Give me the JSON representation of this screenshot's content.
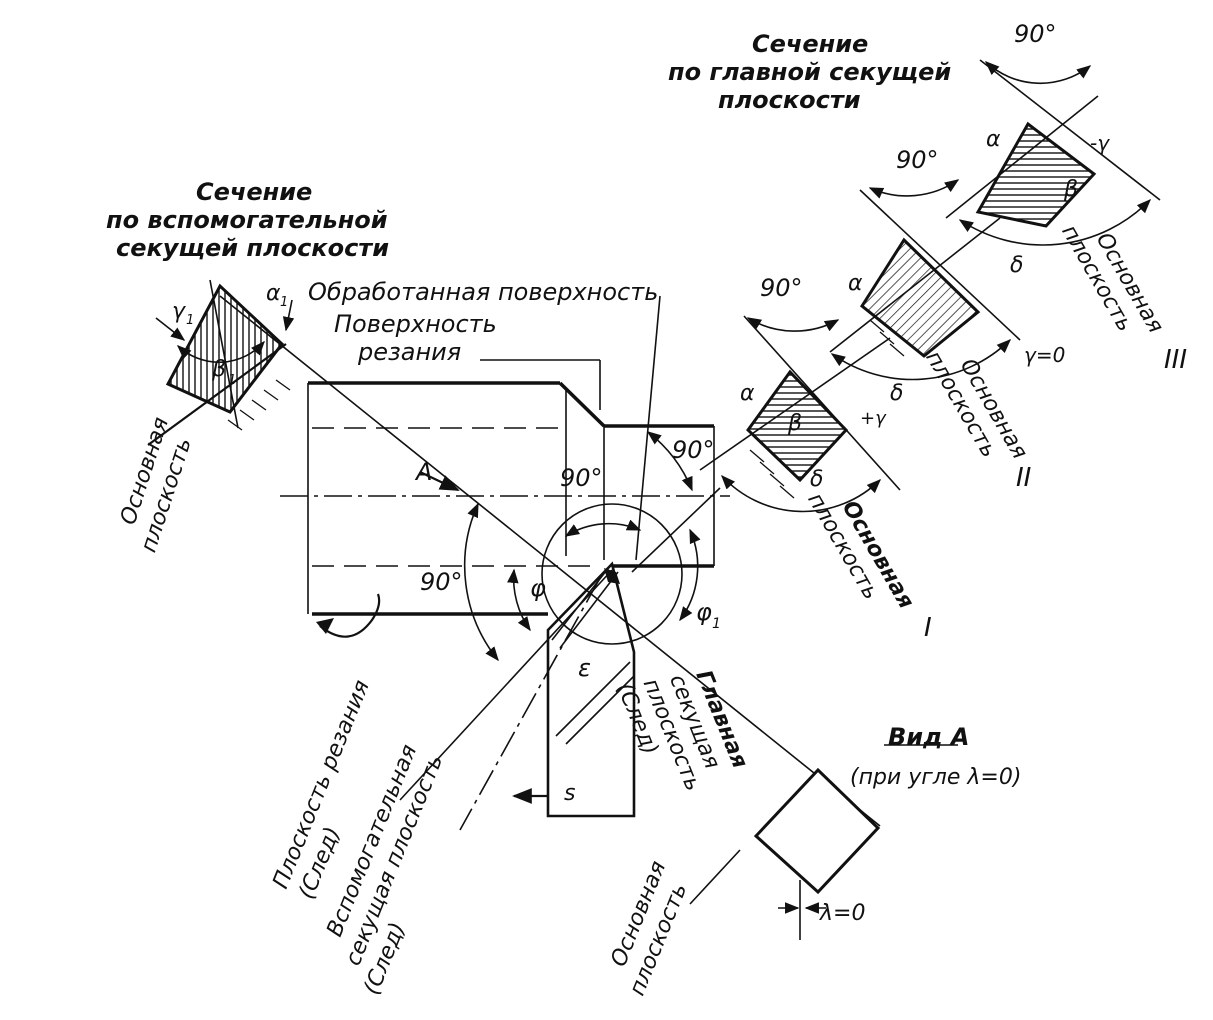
{
  "labels": {
    "main_section_title": [
      "Сечение",
      "по главной секущей",
      "плоскости"
    ],
    "aux_section_title": [
      "Сечение",
      "по вспомогательной",
      "секущей плоскости"
    ],
    "machined_surface": "Обработанная поверхность",
    "cutting_surface": [
      "Поверхность",
      "резания"
    ],
    "view_a_title": "Вид А",
    "view_a_note": "(при угле λ=0)",
    "lambda_zero": "λ=0",
    "cutting_plane": [
      "Плоскость резания",
      "(След)"
    ],
    "aux_cutting_plane": [
      "Вспомогательная",
      "секущая плоскость",
      "(След)"
    ],
    "main_cutting_plane": [
      "Главная",
      "секущая",
      "плоскость",
      "(След)"
    ],
    "base_plane": [
      "Основная",
      "плоскость"
    ],
    "feed": "s",
    "view_arrow": "A",
    "roman_1": "I",
    "roman_2": "II",
    "roman_3": "III",
    "deg90": "90°",
    "alpha": "α",
    "beta": "β",
    "gamma_plus": "+γ",
    "gamma_minus": "-γ",
    "gamma_zero": "γ=0",
    "delta": "δ",
    "alpha1": "α",
    "beta1": "β",
    "gamma1": "γ",
    "sub1": "1",
    "phi": "φ",
    "phi1": "φ",
    "epsilon": "ε"
  }
}
